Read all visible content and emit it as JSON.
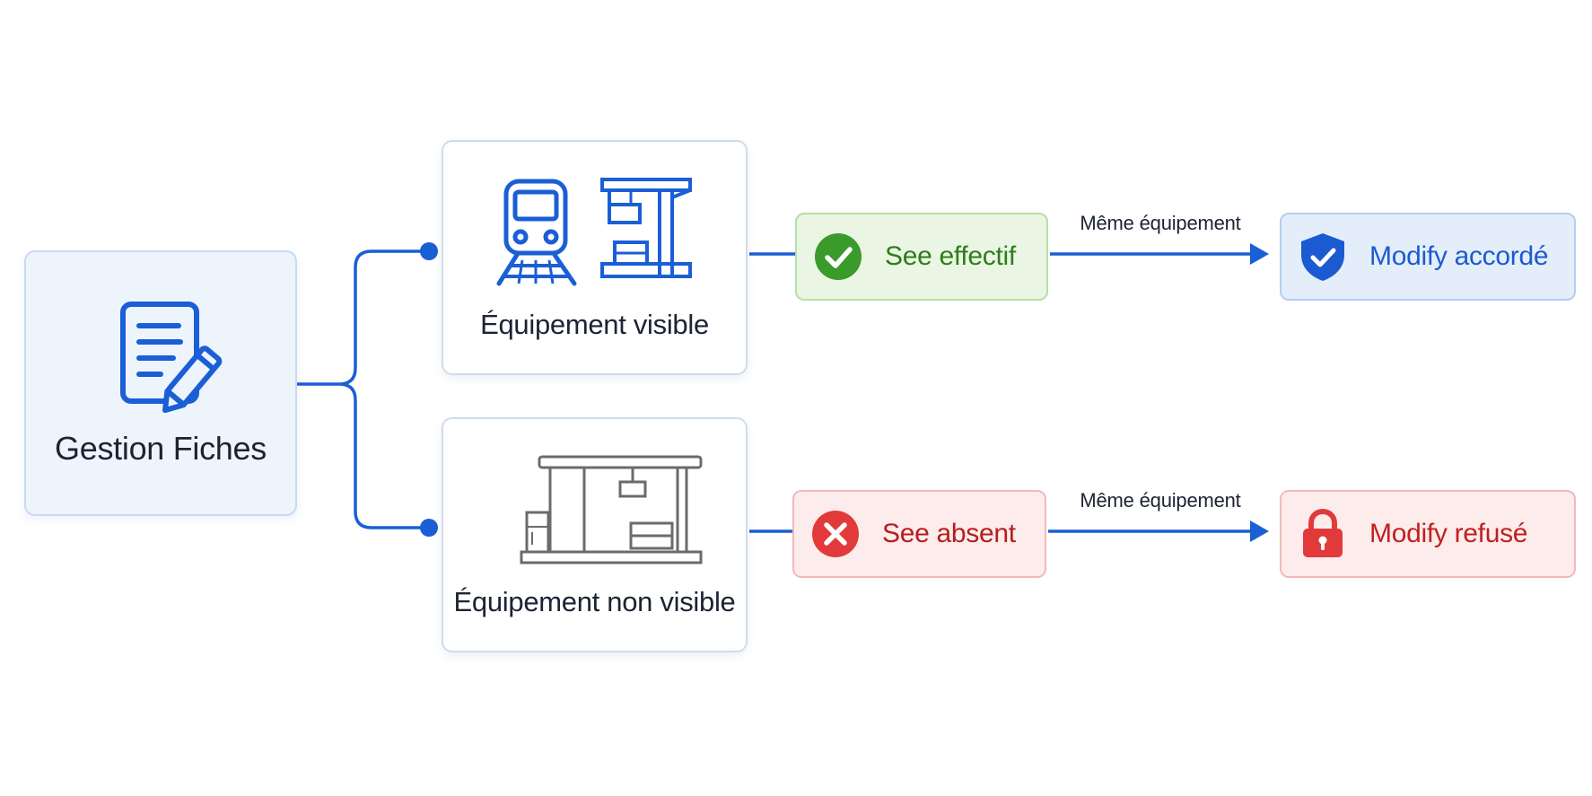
{
  "root": {
    "label": "Gestion Fiches",
    "icon": "document-edit-icon"
  },
  "branches": [
    {
      "label": "Équipement visible",
      "icons": [
        "train-icon",
        "station-crane-icon"
      ]
    },
    {
      "label": "Équipement non visible",
      "icons": [
        "station-shelter-icon"
      ]
    }
  ],
  "outcomes": {
    "see_effectif": {
      "label": "See effectif",
      "icon": "check-circle-icon"
    },
    "see_absent": {
      "label": "See absent",
      "icon": "x-circle-icon"
    },
    "modify_accorde": {
      "label": "Modify accordé",
      "icon": "shield-check-icon"
    },
    "modify_refuse": {
      "label": "Modify refusé",
      "icon": "padlock-icon"
    }
  },
  "edges": {
    "top_label": "Même équipement",
    "bottom_label": "Même équipement"
  },
  "colors": {
    "connector": "#1a5fd6",
    "green": "#3a9a2a",
    "red": "#e23a3a",
    "blue": "#1c5ad1"
  }
}
